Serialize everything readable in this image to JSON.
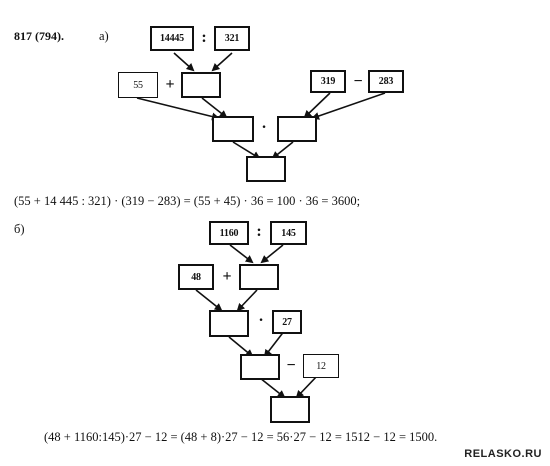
{
  "problem": {
    "number": "817 (794).",
    "part_a": "а)",
    "part_b": "б)"
  },
  "diagram_a": {
    "row1": {
      "left": "14445",
      "op": ":",
      "right": "321"
    },
    "row2_left": {
      "value": "55",
      "op": "+"
    },
    "row2_right": {
      "left": "319",
      "op": "−",
      "right": "283"
    },
    "row3_op": "·",
    "row4": ""
  },
  "equation_a": "(55 + 14 445 : 321) · (319 − 283) = (55 + 45) · 36 = 100 · 36 = 3600;",
  "diagram_b": {
    "row1": {
      "left": "1160",
      "op": ":",
      "right": "145"
    },
    "row2": {
      "value": "48",
      "op": "+"
    },
    "row3": {
      "op": "·",
      "value": "27"
    },
    "row4": {
      "op": "−",
      "value": "12"
    },
    "row5": ""
  },
  "equation_b": "(48 + 1160:145)·27 − 12 = (48 + 8)·27 − 12 = 56·27 − 12 = 1512 − 12 = 1500.",
  "watermark": "RELASKO.RU"
}
